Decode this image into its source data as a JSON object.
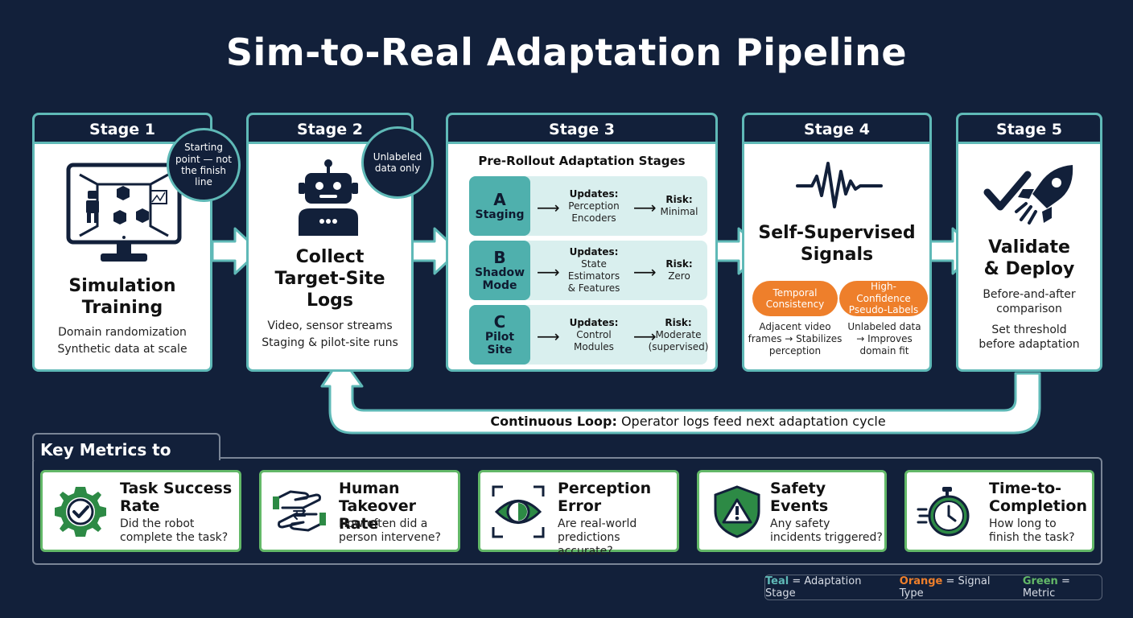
{
  "title": "Sim-to-Real Adaptation Pipeline",
  "colors": {
    "background": "#12203a",
    "teal": "#5fb9b7",
    "orange": "#ee7f2b",
    "green": "#63b868"
  },
  "stages": [
    {
      "header": "Stage 1",
      "badge": "Starting point — not the finish line",
      "title_l1": "Simulation",
      "title_l2": "Training",
      "lines": [
        "Domain randomization",
        "Synthetic data at scale"
      ],
      "icon": "monitor-robot-icon"
    },
    {
      "header": "Stage 2",
      "badge": "Unlabeled data only",
      "title_l1": "Collect",
      "title_l2": "Target-Site",
      "title_l3": "Logs",
      "lines": [
        "Video, sensor streams",
        "Staging & pilot-site runs"
      ],
      "icon": "robot-icon"
    },
    {
      "header": "Stage 3",
      "subtitle": "Pre-Rollout Adaptation Stages",
      "rows": [
        {
          "letter": "A",
          "name_l1": "Staging",
          "updates_label": "Updates:",
          "updates_l1": "Perception",
          "updates_l2": "Encoders",
          "risk_label": "Risk:",
          "risk_l1": "Minimal"
        },
        {
          "letter": "B",
          "name_l1": "Shadow",
          "name_l2": "Mode",
          "updates_label": "Updates:",
          "updates_l1": "State",
          "updates_l2": "Estimators",
          "updates_l3": "& Features",
          "risk_label": "Risk:",
          "risk_l1": "Zero"
        },
        {
          "letter": "C",
          "name_l1": "Pilot",
          "name_l2": "Site",
          "updates_label": "Updates:",
          "updates_l1": "Control",
          "updates_l2": "Modules",
          "risk_label": "Risk:",
          "risk_l1": "Moderate",
          "risk_l2": "(supervised)"
        }
      ]
    },
    {
      "header": "Stage 4",
      "title_l1": "Self-Supervised",
      "title_l2": "Signals",
      "icon": "waveform-icon",
      "pills": [
        {
          "l1": "Temporal",
          "l2": "Consistency",
          "d1": "Adjacent video",
          "d2": "frames → Stabilizes",
          "d3": "perception"
        },
        {
          "l1": "High-Confidence",
          "l2": "Pseudo-Labels",
          "d1": "Unlabeled data",
          "d2": "→ Improves",
          "d3": "domain fit"
        }
      ]
    },
    {
      "header": "Stage 5",
      "title_l1": "Validate",
      "title_l2": "& Deploy",
      "lines": [
        "Before-and-after",
        "comparison"
      ],
      "lines2": [
        "Set threshold",
        "before adaptation"
      ],
      "icon": "check-rocket-icon"
    }
  ],
  "loop": {
    "bold": "Continuous Loop:",
    "text": " Operator logs feed next adaptation cycle"
  },
  "metrics_title": "Key Metrics to Track",
  "metrics": [
    {
      "t1": "Task Success",
      "t2": "Rate",
      "d1": "Did the robot",
      "d2": "complete the task?",
      "icon": "gear-check-icon"
    },
    {
      "t1": "Human",
      "t2": "Takeover Rate",
      "d1": "How often did a",
      "d2": "person intervene?",
      "icon": "hands-exchange-icon"
    },
    {
      "t1": "Perception",
      "t2": "Error",
      "d1": "Are real-world",
      "d2": "predictions accurate?",
      "icon": "eye-icon"
    },
    {
      "t1": "Safety",
      "t2": "Events",
      "d1": "Any safety",
      "d2": "incidents triggered?",
      "icon": "shield-warning-icon"
    },
    {
      "t1": "Time-to-",
      "t2": "Completion",
      "d1": "How long to",
      "d2": "finish the task?",
      "icon": "stopwatch-icon"
    }
  ],
  "legend": [
    {
      "key": "Teal",
      "value": " = Adaptation Stage",
      "color": "#5fb9b7"
    },
    {
      "key": "Orange",
      "value": " = Signal Type",
      "color": "#ee7f2b"
    },
    {
      "key": "Green",
      "value": " = Metric",
      "color": "#63b868"
    }
  ]
}
